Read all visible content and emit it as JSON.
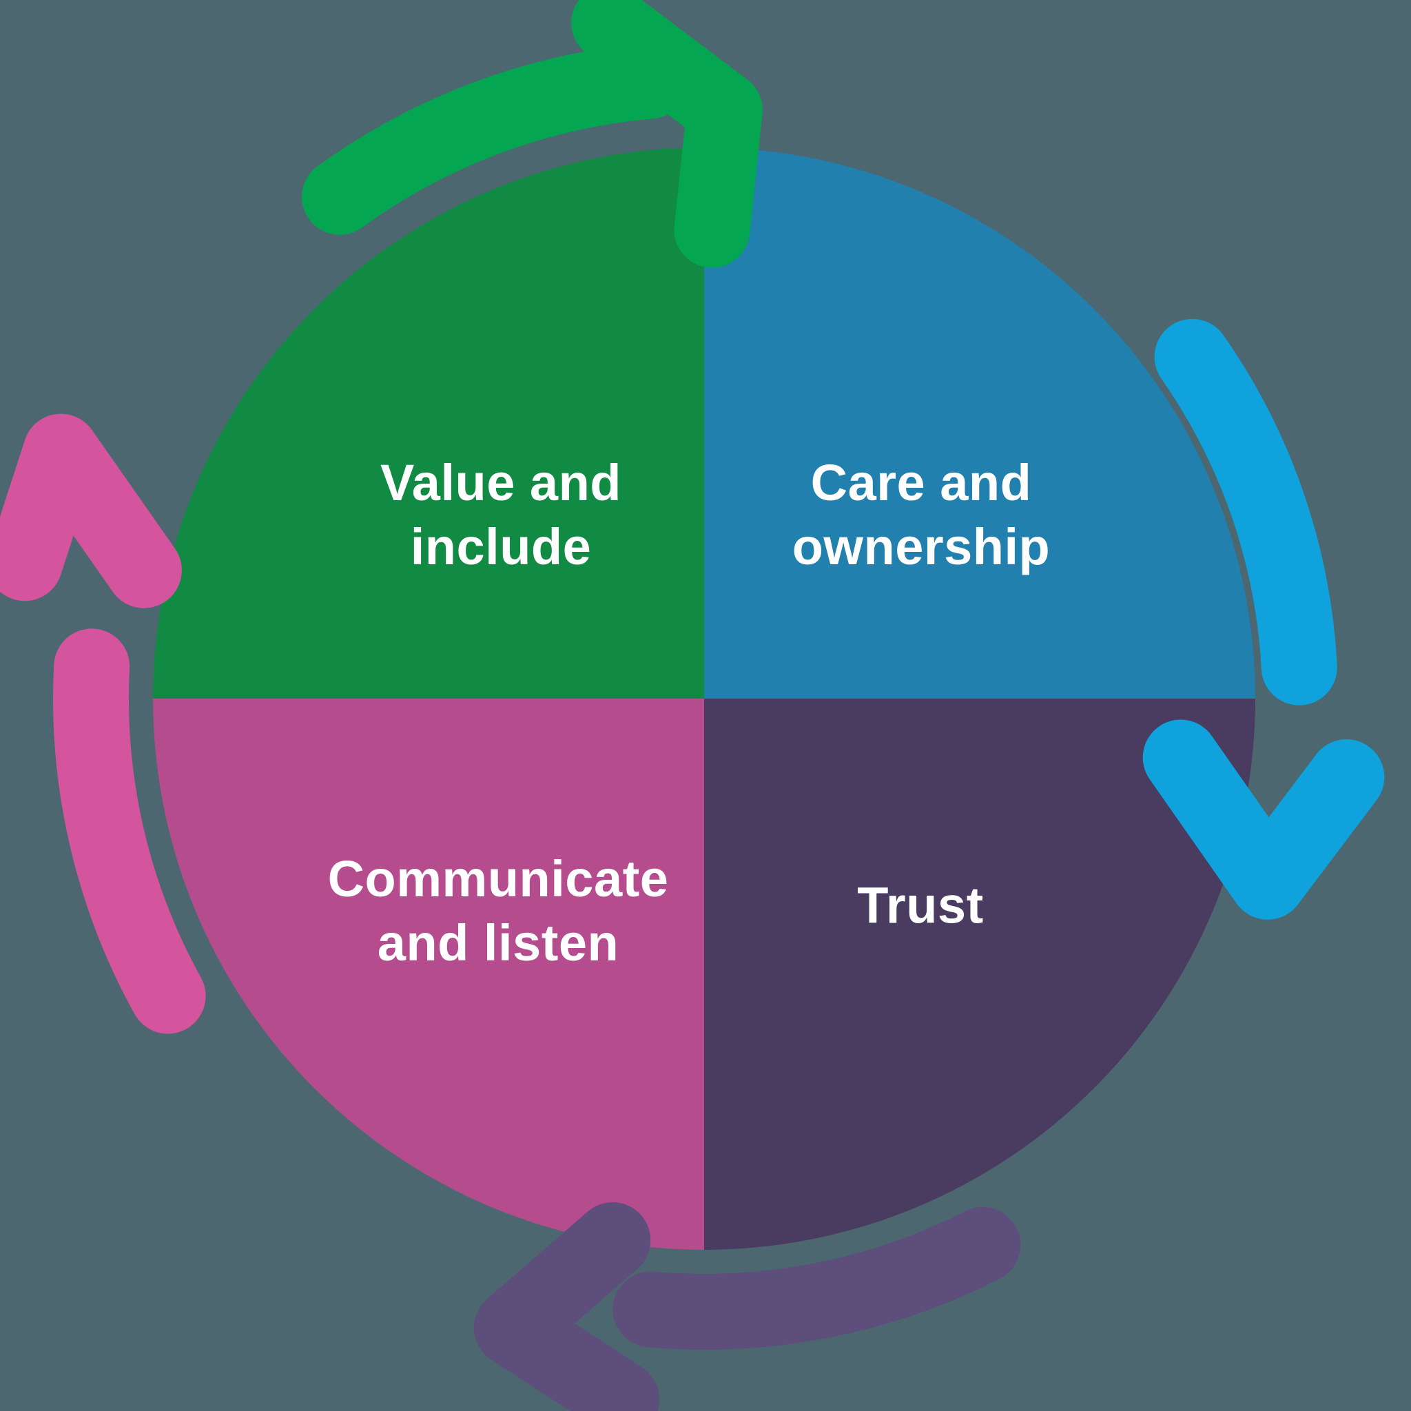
{
  "background_color": "#4C6770",
  "diagram": {
    "description": "Circular cycle diagram with four quadrants and four clockwise curved arrows",
    "text_color": "#FFFFFF",
    "quadrants": [
      {
        "id": "value-include",
        "position": "top-left",
        "color": "#118A43",
        "label": "Value and include",
        "label_lines": [
          "Value and",
          "include"
        ]
      },
      {
        "id": "care-ownership",
        "position": "top-right",
        "color": "#2180AD",
        "label": "Care and ownership",
        "label_lines": [
          "Care and",
          "ownership"
        ]
      },
      {
        "id": "communicate-listen",
        "position": "bottom-left",
        "color": "#B54C8E",
        "label": "Communicate and listen",
        "label_lines": [
          "Communicate",
          "and listen"
        ]
      },
      {
        "id": "trust",
        "position": "bottom-right",
        "color": "#4A3B61",
        "label": "Trust",
        "label_lines": [
          "Trust"
        ]
      }
    ],
    "arrows": [
      {
        "id": "top",
        "color": "#04A651",
        "direction": "pointing-right"
      },
      {
        "id": "right",
        "color": "#0FA2DC",
        "direction": "pointing-down"
      },
      {
        "id": "bottom",
        "color": "#5D4E7C",
        "direction": "pointing-left"
      },
      {
        "id": "left",
        "color": "#D4549E",
        "direction": "pointing-up"
      }
    ]
  }
}
